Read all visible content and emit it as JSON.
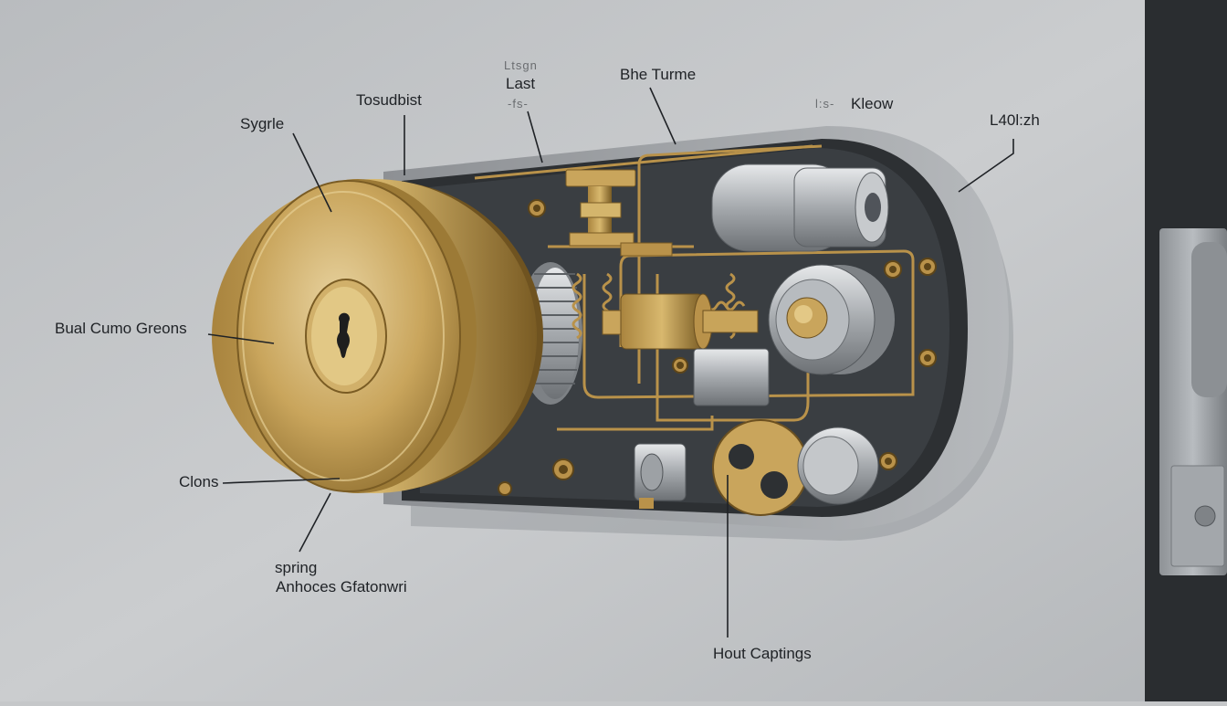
{
  "labels": {
    "top_left_small": "Ltsgn",
    "top_last": "Last",
    "top_sub_small": "-fs-",
    "the_turn": "Bhe Turme",
    "kleow_prefix": "l:s-",
    "kleow": "Kleow",
    "latch": "L40l:zh",
    "tosudbist": "Tosudbist",
    "sygrle": "Sygrle",
    "cylinder": "Bual Cumo Greons",
    "clons": "Clons",
    "spring": "spring",
    "anhoces": "Anhoces Gfatonwri",
    "hout": "Hout Captings"
  },
  "colors": {
    "wall": "#c5c7c9",
    "brass": "#c9a55c",
    "brass_dark": "#8a6a2c",
    "steel": "#a9adb1",
    "housing_dark": "#2d3033",
    "door_frame": "#2a2d30"
  }
}
